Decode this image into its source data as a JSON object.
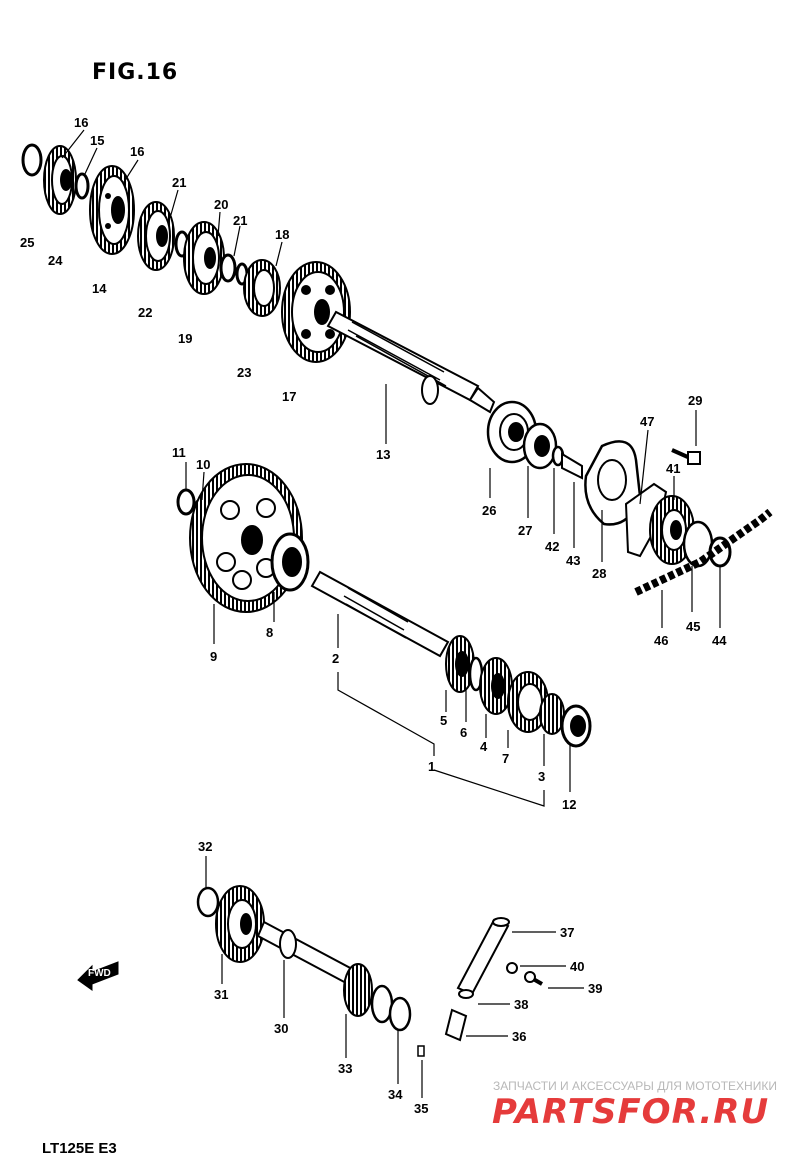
{
  "figure": {
    "title": "FIG.16",
    "model": "LT125E  E3"
  },
  "watermark": {
    "caption": "ЗАПЧАСТИ И АКСЕССУАРЫ ДЛЯ МОТОТЕХНИКИ",
    "brand": "PARTSFOR.RU",
    "color": "#e11a1a"
  },
  "direction_marker": {
    "label": "FWD",
    "icon": "arrow-left-icon"
  },
  "callouts": {
    "c1": "1",
    "c2": "2",
    "c3": "3",
    "c4": "4",
    "c5": "5",
    "c6": "6",
    "c7": "7",
    "c8": "8",
    "c9": "9",
    "c10": "10",
    "c11": "11",
    "c12": "12",
    "c13": "13",
    "c14": "14",
    "c15": "15",
    "c16a": "16",
    "c16b": "16",
    "c17": "17",
    "c18": "18",
    "c19": "19",
    "c20": "20",
    "c21a": "21",
    "c21b": "21",
    "c22": "22",
    "c23": "23",
    "c24": "24",
    "c25": "25",
    "c26": "26",
    "c27": "27",
    "c28": "28",
    "c29": "29",
    "c30": "30",
    "c31": "31",
    "c32": "32",
    "c33": "33",
    "c34": "34",
    "c35": "35",
    "c36": "36",
    "c37": "37",
    "c38": "38",
    "c39": "39",
    "c40": "40",
    "c41": "41",
    "c42": "42",
    "c43": "43",
    "c44": "44",
    "c45": "45",
    "c46": "46",
    "c47": "47"
  }
}
